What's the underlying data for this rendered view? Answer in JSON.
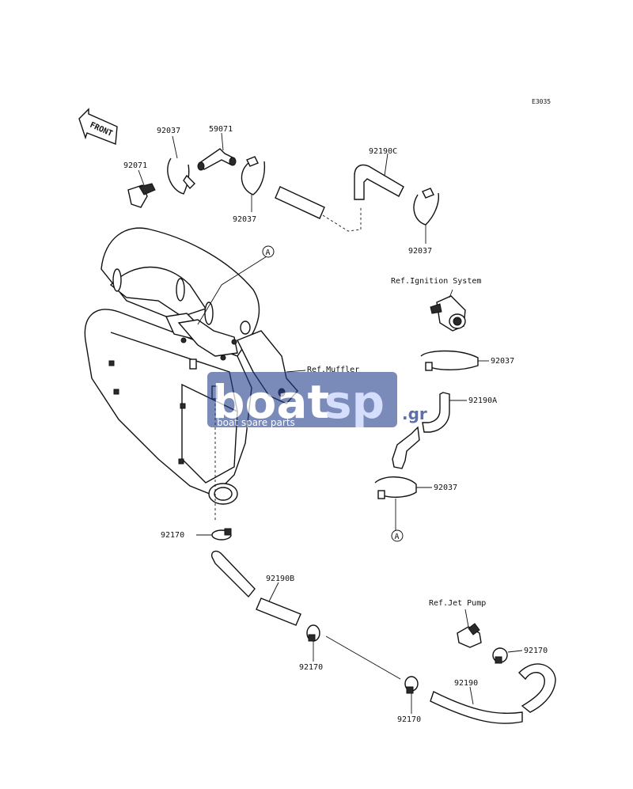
{
  "diagram_code": "E3035",
  "front_label": "FRONT",
  "callout_a": "A",
  "parts": {
    "p92037_top": "92037",
    "p59071": "59071",
    "p92071": "92071",
    "p92037_mid": "92037",
    "p92190C": "92190C",
    "p92037_right": "92037",
    "p92037_ign": "92037",
    "p92190A": "92190A",
    "p92037_low": "92037",
    "p92170_left": "92170",
    "p92190B": "92190B",
    "p92170_mid": "92170",
    "p92170_bottom": "92170",
    "p92190": "92190",
    "p92170_right": "92170"
  },
  "refs": {
    "ignition": "Ref.Ignition System",
    "muffler": "Ref.Muffler",
    "jet_pump": "Ref.Jet Pump"
  },
  "watermark": {
    "brand_a": "boat",
    "brand_b": "sp",
    "tld": ".gr",
    "tagline": "boat spare parts",
    "color": "#1e3a8a"
  }
}
